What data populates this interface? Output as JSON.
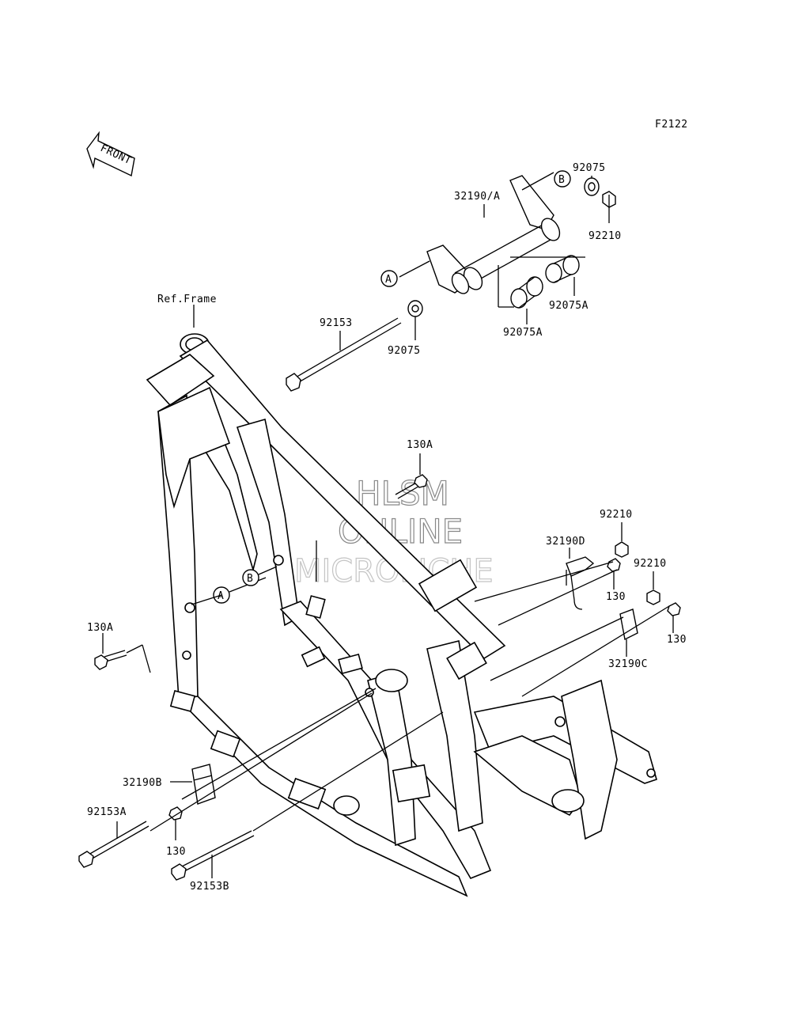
{
  "figure_code": "F2122",
  "front_label": "FRONT",
  "ref_label": "Ref.Frame",
  "watermark": {
    "line1": "HLSM",
    "line2": "ONLINE",
    "line3": "MICROFICHE"
  },
  "parts": {
    "p92075_top": "92075",
    "p92210_top": "92210",
    "p32190A": "32190/A",
    "p92075A_right": "92075A",
    "p92075A_mid": "92075A",
    "p92075_mid": "92075",
    "p92153": "92153",
    "p130A_top": "130A",
    "p92210_right1": "92210",
    "p32190D": "32190D",
    "p130_right1": "130",
    "p92210_right2": "92210",
    "p130_right2": "130",
    "p32190C": "32190C",
    "p130A_left": "130A",
    "p32190B": "32190B",
    "p92153A": "92153A",
    "p130_bottom": "130",
    "p92153B": "92153B"
  },
  "callouts": {
    "a1": "A",
    "b1": "B",
    "a2": "A",
    "b2": "B"
  }
}
